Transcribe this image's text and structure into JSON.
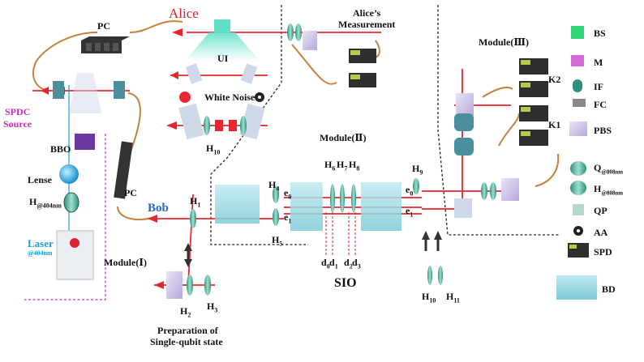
{
  "labels": {
    "pc_top": "PC",
    "alice": "Alice",
    "alice_measurement_line1": "Alice’s",
    "alice_measurement_line2": "Measurement",
    "ui": "UI",
    "white_noise": "White Noise",
    "h10_upper": "H",
    "h10_upper_sub": "10",
    "spdc_line1": "SPDC",
    "spdc_line2": "Source",
    "bbo": "BBO",
    "lense": "Lense",
    "h404": "H",
    "h404_sub": "@404nm",
    "laser": "Laser",
    "laser_sub": "@404nm",
    "pc_mid": "PC",
    "bob": "Bob",
    "module1": "Module(Ⅰ)",
    "module2": "Module(Ⅱ)",
    "module3": "Module(Ⅲ)",
    "sio": "SIO",
    "k1": "K1",
    "k2": "K2",
    "prep_line1": "Preparation of",
    "prep_line2": "Single-qubit state",
    "h_labels": {
      "h1": "1",
      "h2": "2",
      "h3": "3",
      "h4": "4",
      "h5": "5",
      "h6": "6",
      "h7": "7",
      "h8": "8",
      "h9": "9",
      "h10": "10",
      "h11": "11"
    },
    "e0_left": "e",
    "e0_left_sub": "0",
    "e1_left": "e",
    "e1_left_sub": "1",
    "e0_right": "e",
    "e0_right_sub": "0",
    "e1_right": "e",
    "e1_right_sub": "1",
    "d0": "d",
    "d0_sub": "0",
    "d1": "d",
    "d1_sub": "1",
    "d2": "d",
    "d2_sub": "2",
    "d3": "d",
    "d3_sub": "3"
  },
  "legend": [
    {
      "name": "legend-bs",
      "label": "BS"
    },
    {
      "name": "legend-m",
      "label": "M"
    },
    {
      "name": "legend-if",
      "label": "IF"
    },
    {
      "name": "legend-fc",
      "label": "FC"
    },
    {
      "name": "legend-pbs",
      "label": "PBS"
    },
    {
      "name": "legend-q",
      "label": "Q",
      "sub": "@808nm"
    },
    {
      "name": "legend-h",
      "label": "H",
      "sub": "@808nm"
    },
    {
      "name": "legend-qp",
      "label": "QP"
    },
    {
      "name": "legend-aa",
      "label": "AA"
    },
    {
      "name": "legend-spd",
      "label": "SPD"
    },
    {
      "name": "legend-bd",
      "label": "BD"
    }
  ],
  "colors": {
    "beam": "#e8262f",
    "fiber": "#c8803a",
    "alice": "#e0202a",
    "bob": "#2a63c9",
    "spdc": "#d02ab8",
    "laser": "#1a9fd8"
  }
}
